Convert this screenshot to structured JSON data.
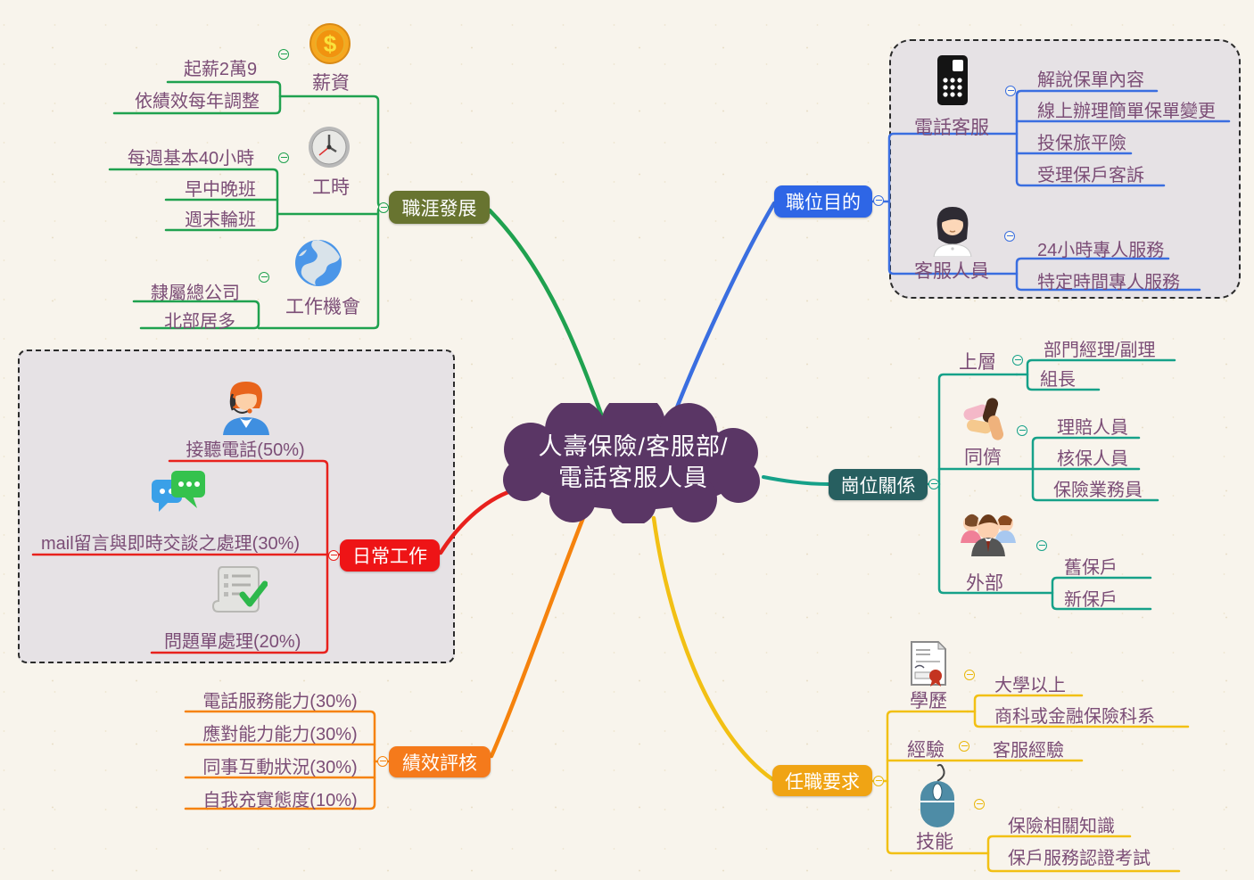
{
  "central": {
    "line1": "人壽保險/客服部/",
    "line2": "電話客服人員"
  },
  "colors": {
    "background": "#f8f4ec",
    "central_node": "#5a3665",
    "career_green": "#1fa14f",
    "purpose_blue": "#3a6ee0",
    "relations_teal": "#16a189",
    "daily_red": "#e8211d",
    "performance_orange": "#f5820d",
    "requirements_yellow": "#f2c014",
    "leaf_text": "#7b4d76",
    "boundary_fill": "#e6e2e5"
  },
  "branches": [
    {
      "label": "職涯發展",
      "topics": [
        {
          "label": "薪資",
          "icon": "coin-icon",
          "children": [
            "起薪2萬9",
            "依績效每年調整"
          ]
        },
        {
          "label": "工時",
          "icon": "clock-icon",
          "children": [
            "每週基本40小時",
            "早中晚班",
            "週末輪班"
          ]
        },
        {
          "label": "工作機會",
          "icon": "globe-icon",
          "children": [
            "隸屬總公司",
            "北部居多"
          ]
        }
      ]
    },
    {
      "label": "職位目的",
      "topics": [
        {
          "label": "電話客服",
          "icon": "phone-icon",
          "children": [
            "解說保單內容",
            "線上辦理簡單保單變更",
            "投保旅平險",
            "受理保戶客訴"
          ]
        },
        {
          "label": "客服人員",
          "icon": "agent-icon",
          "children": [
            "24小時專人服務",
            "特定時間專人服務"
          ]
        }
      ]
    },
    {
      "label": "崗位關係",
      "topics": [
        {
          "label": "上層",
          "children": [
            "部門經理/副理",
            "組長"
          ]
        },
        {
          "label": "同儕",
          "icon": "hands-icon",
          "children": [
            "理賠人員",
            "核保人員",
            "保險業務員"
          ]
        },
        {
          "label": "外部",
          "icon": "group-icon",
          "children": [
            "舊保戶",
            "新保戶"
          ]
        }
      ]
    },
    {
      "label": "日常工作",
      "topics": [
        {
          "label": "接聽電話(50%)",
          "icon": "headset-agent-icon"
        },
        {
          "label": "mail留言與即時交談之處理(30%)",
          "icon": "chat-icon"
        },
        {
          "label": "問題單處理(20%)",
          "icon": "checklist-icon"
        }
      ]
    },
    {
      "label": "績效評核",
      "topics": [
        {
          "label": "電話服務能力(30%)"
        },
        {
          "label": "應對能力能力(30%)"
        },
        {
          "label": "同事互動狀況(30%)"
        },
        {
          "label": "自我充實態度(10%)"
        }
      ]
    },
    {
      "label": "任職要求",
      "topics": [
        {
          "label": "學歷",
          "icon": "certificate-icon",
          "children": [
            "大學以上",
            "商科或金融保險科系"
          ]
        },
        {
          "label": "經驗",
          "children": [
            "客服經驗"
          ]
        },
        {
          "label": "技能",
          "icon": "mouse-icon",
          "children": [
            "保險相關知識",
            "保戶服務認證考試"
          ]
        }
      ]
    }
  ]
}
